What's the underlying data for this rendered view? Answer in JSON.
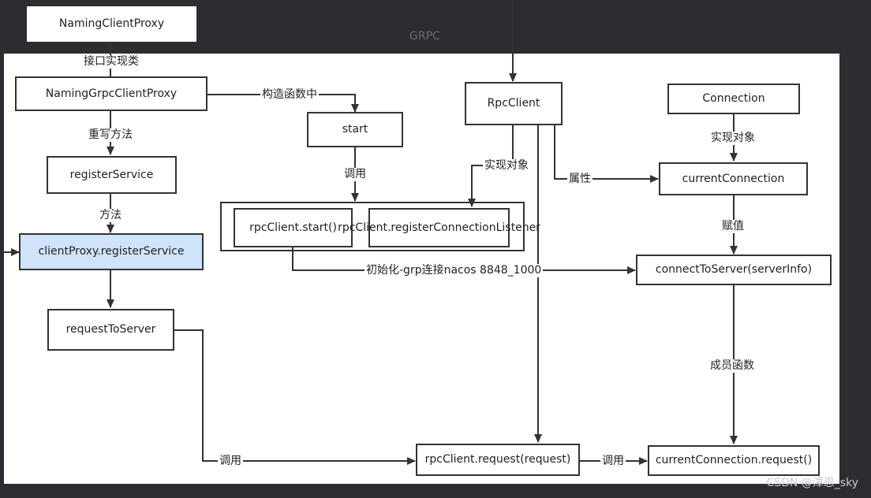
{
  "nodes": {
    "naming_client_proxy": "NamingClientProxy",
    "naming_grpc_client_proxy": "NamingGrpcClientProxy",
    "register_service": "registerService",
    "client_proxy_register_service": "clientProxy.registerService",
    "request_to_server": "requestToServer",
    "start": "start",
    "rpc_client_start": "rpcClient.start()",
    "rpc_client_register_listener": "rpcClient.registerConnectionListener",
    "rpc_client": "RpcClient",
    "connection": "Connection",
    "current_connection": "currentConnection",
    "connect_to_server": "connectToServer(serverInfo)",
    "rpc_client_request": "rpcClient.request(request)",
    "current_connection_request": "currentConnection.request()"
  },
  "edge_labels": {
    "interface_impl": "接口实现类",
    "override_method": "重写方法",
    "method": "方法",
    "in_constructor": "构造函数中",
    "call_start": "调用",
    "impl_object_rpc": "实现对象",
    "property": "属性",
    "impl_object_conn": "实现对象",
    "assign": "赋值",
    "init_connect": "初始化-grp连接nacos 8848_1000",
    "member_function": "成员函数",
    "call_request": "调用",
    "call_conn_request": "调用"
  },
  "background_label": "GRPC",
  "watermark": "CSDN @漳恩_sky",
  "colors": {
    "background": "#2b2d30",
    "panel": "#ffffff",
    "border": "#333333",
    "highlight": "#cfe3fb"
  }
}
